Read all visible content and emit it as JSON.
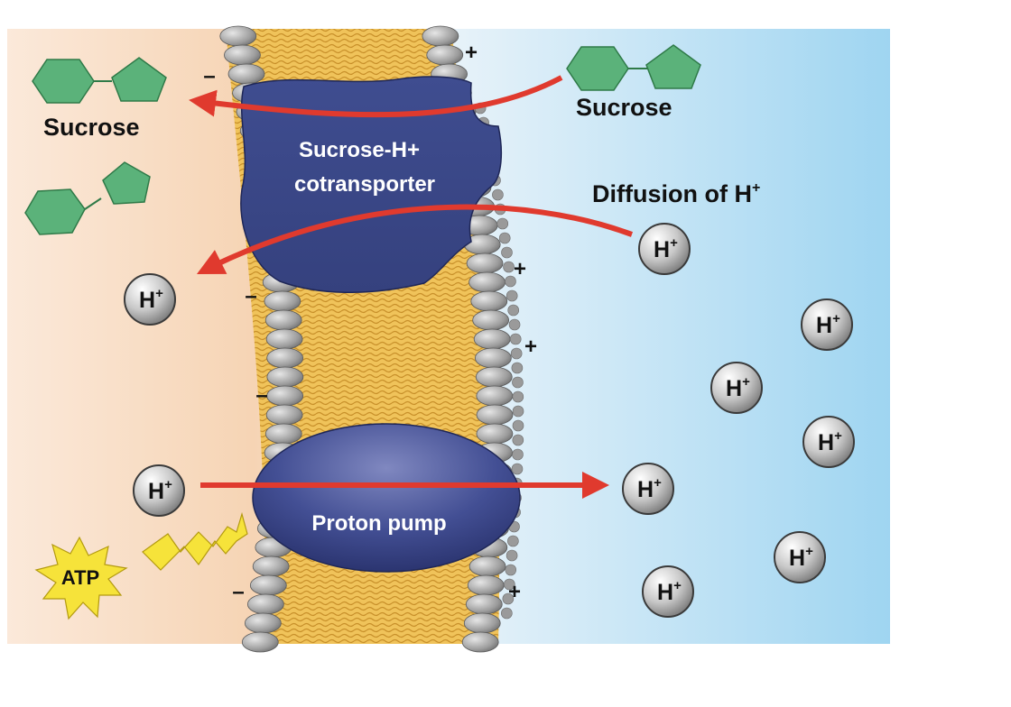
{
  "labels": {
    "sucrose_left": "Sucrose",
    "sucrose_right": "Sucrose",
    "cotransporter_line1": "Sucrose-H+",
    "cotransporter_line2": "cotransporter",
    "diffusion": "Diffusion of H",
    "diffusion_superscript": "+",
    "proton_pump": "Proton pump",
    "atp": "ATP"
  },
  "ion": {
    "symbol": "H",
    "charge": "+"
  },
  "charges": {
    "inside": [
      "–",
      "–",
      "–",
      "–"
    ],
    "outside": [
      "+",
      "+",
      "+",
      "+"
    ]
  },
  "colors": {
    "inside_bg": "#f5cfa6",
    "outside_bg": "#a6d8f2",
    "arrow": "#e03a2e",
    "protein": "#3b4a8c",
    "sucrose": "#5bb27a",
    "atp_burst": "#f6e33a",
    "lipid_tail": "#efc150"
  }
}
